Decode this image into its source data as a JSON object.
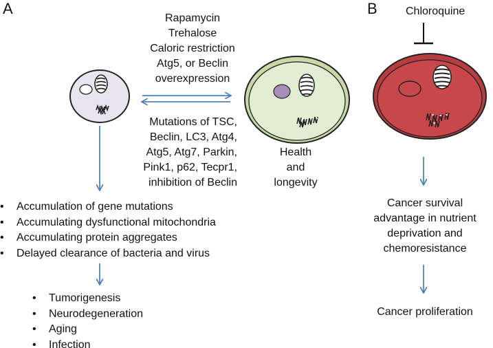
{
  "panel_a": {
    "label": "A",
    "inducers": [
      "Rapamycin",
      "Trehalose",
      "Caloric restriction",
      "Atg5, or Beclin",
      "overexpression"
    ],
    "suppressors": [
      "Mutations of TSC,",
      "Beclin, LC3, Atg4,",
      "Atg5, Atg7, Parkin,",
      "Pink1, p62, Tecpr1,",
      "inhibition of Beclin"
    ],
    "healthy_outcome": [
      "Health",
      "and",
      "longevity"
    ],
    "consequences": [
      "Accumulation of gene mutations",
      "Accumulating dysfunctional mitochondria",
      "Accumulating protein aggregates",
      "Delayed clearance of bacteria and virus"
    ],
    "diseases": [
      "Tumorigenesis",
      "Neurodegeneration",
      "Aging",
      "Infection"
    ]
  },
  "panel_b": {
    "label": "B",
    "inhibitor": "Chloroquine",
    "survival": [
      "Cancer survival",
      "advantage in nutrient",
      "deprivation and",
      "chemoresistance"
    ],
    "result": "Cancer proliferation"
  },
  "colors": {
    "arrow": "#4f81bd",
    "low_autophagy_cell": "#e8e4f0",
    "healthy_cell": "#d9eac4",
    "cancer_cell": "#c8474a",
    "nucleus_healthy": "#a78bb8"
  }
}
